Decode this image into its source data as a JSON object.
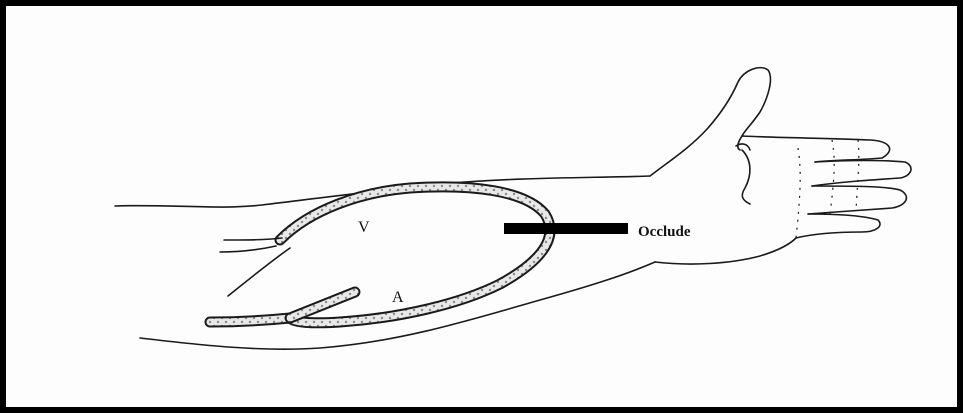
{
  "diagram": {
    "labels": {
      "vein": "V",
      "artery": "A",
      "occlude": "Occlude"
    },
    "colors": {
      "line": "#1a1a1a",
      "vessel_fill": "#d9d9d9",
      "occluder": "#000000"
    }
  }
}
